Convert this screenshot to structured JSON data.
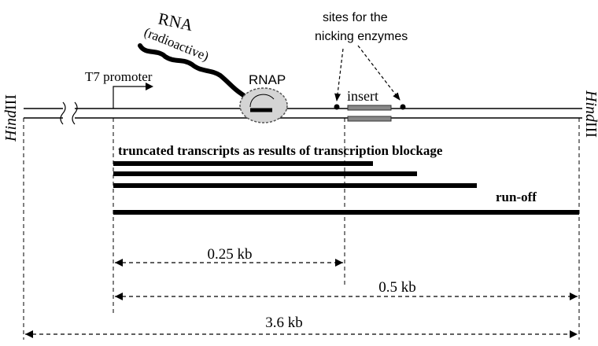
{
  "labels": {
    "rna_line1": "RNA",
    "rna_line2": "(radioactive)",
    "rnap": "RNAP",
    "t7_promoter": "T7 promoter",
    "nicking_line1": "sites for the",
    "nicking_line2": "nicking enzymes",
    "insert": "insert",
    "hind_left_italic": "Hind",
    "hind_left_roman": "III",
    "hind_right_italic": "Hind",
    "hind_right_roman": "III",
    "truncated": "truncated transcripts as results of transcription blockage",
    "runoff": "run-off",
    "dist_025": "0.25 kb",
    "dist_05": "0.5 kb",
    "dist_36": "3.6 kb"
  }
}
